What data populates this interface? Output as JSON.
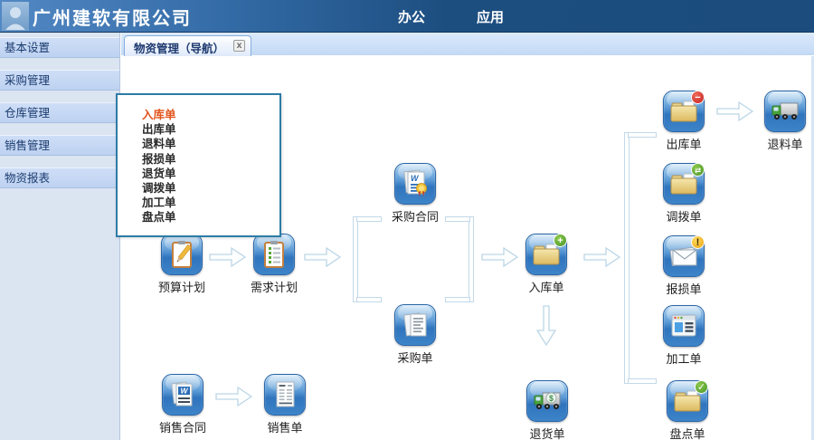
{
  "header": {
    "company_title": "广州建软有限公司",
    "nav_office": "办公",
    "nav_apps": "应用"
  },
  "sidebar": {
    "items": [
      {
        "label": "基本设置"
      },
      {
        "label": "采购管理"
      },
      {
        "label": "仓库管理"
      },
      {
        "label": "销售管理"
      },
      {
        "label": "物资报表"
      }
    ]
  },
  "tabs": {
    "active": {
      "label": "物资管理（导航）",
      "close_glyph": "x"
    }
  },
  "popup": {
    "items": [
      {
        "label": "入库单",
        "highlighted": true
      },
      {
        "label": "出库单",
        "highlighted": false
      },
      {
        "label": "退料单",
        "highlighted": false
      },
      {
        "label": "报损单",
        "highlighted": false
      },
      {
        "label": "退货单",
        "highlighted": false
      },
      {
        "label": "调拨单",
        "highlighted": false
      },
      {
        "label": "加工单",
        "highlighted": false
      },
      {
        "label": "盘点单",
        "highlighted": false
      }
    ],
    "highlight_color": "#e2541c",
    "border_color": "#2d7ca6"
  },
  "flow": {
    "budget_plan": {
      "label": "预算计划"
    },
    "demand_plan": {
      "label": "需求计划"
    },
    "purchase_contract": {
      "label": "采购合同"
    },
    "purchase_order": {
      "label": "采购单"
    },
    "inbound_order": {
      "label": "入库单"
    },
    "outbound_order": {
      "label": "出库单"
    },
    "material_return": {
      "label": "退料单"
    },
    "transfer_order": {
      "label": "调拨单"
    },
    "damage_report": {
      "label": "报损单"
    },
    "processing_order": {
      "label": "加工单"
    },
    "goods_return": {
      "label": "退货单"
    },
    "stocktake_order": {
      "label": "盘点单"
    },
    "sales_contract": {
      "label": "销售合同"
    },
    "sales_order": {
      "label": "销售单"
    }
  },
  "icons": {
    "plus_glyph": "+",
    "minus_glyph": "−",
    "check_glyph": "✓",
    "swap_glyph": "⇄",
    "alert_glyph": "!",
    "dollar_glyph": "$",
    "word_glyph": "W"
  },
  "colors": {
    "header_gradient_start": "#5288c4",
    "header_gradient_end": "#1c4c7e",
    "sidebar_item_bg": "#c3d6f3",
    "icon_tile_blue": "#3a7fc4"
  }
}
